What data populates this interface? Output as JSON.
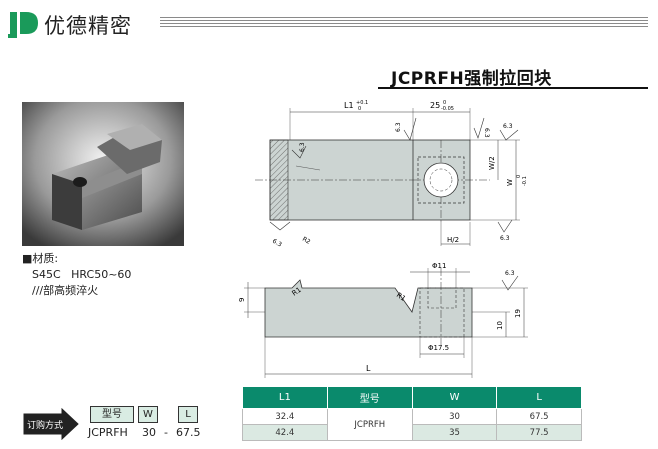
{
  "brand": {
    "name": "优德精密"
  },
  "product": {
    "title": "JCPRFH强制拉回块"
  },
  "material": {
    "heading": "■材质:",
    "line1": "S45C   HRC50~60",
    "line2": "///部高频淬火"
  },
  "drawing": {
    "dim_l1": "L1",
    "l1_tol_upper": "+0.1",
    "l1_tol_lower": "0",
    "dim_25": "25",
    "tol_25_upper": "0",
    "tol_25_lower": "-0.05",
    "rough_63": "6.3",
    "dim_w2": "W/2",
    "dim_w": "W",
    "w_tol_upper": "0",
    "w_tol_lower": "-0.1",
    "dim_h2": "H/2",
    "dim_r2": "R2",
    "dim_r1": "R1",
    "dim_9": "9",
    "dim_10": "10",
    "dim_19": "19",
    "dia_11": "Φ11",
    "dia_175": "Φ17.5",
    "dim_l": "L"
  },
  "table": {
    "headers": [
      "L1",
      "型号",
      "W",
      "L"
    ],
    "model": "JCPRFH",
    "rows": [
      {
        "l1": "32.4",
        "w": "30",
        "l": "67.5"
      },
      {
        "l1": "42.4",
        "w": "35",
        "l": "77.5"
      }
    ]
  },
  "order": {
    "badge": "订购方式",
    "labels": [
      "型号",
      "W",
      "L"
    ],
    "example": {
      "model": "JCPRFH",
      "sep1": "30",
      "dash": "-",
      "l": "67.5"
    }
  },
  "colors": {
    "brand_green": "#0a8a6c",
    "row_tint": "#dbe9e2"
  }
}
